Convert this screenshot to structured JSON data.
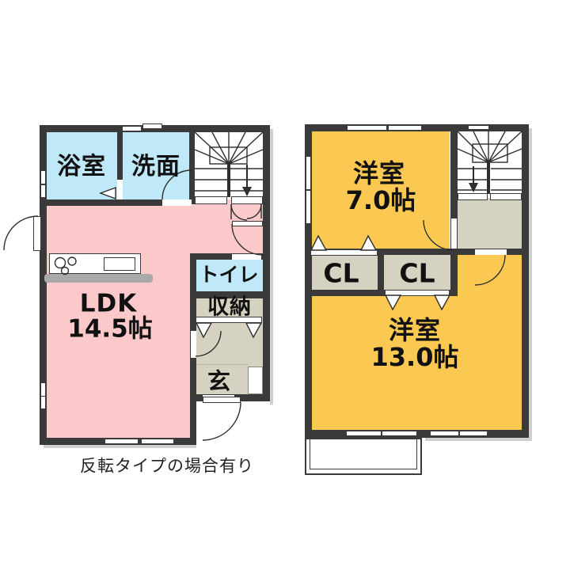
{
  "floor1": {
    "bath_label": "浴室",
    "washroom_label": "洗面",
    "toilet_label": "トイレ",
    "storage_label": "収納",
    "entrance_label": "玄",
    "ldk": {
      "name": "LDK",
      "size": "14.5帖"
    }
  },
  "floor2": {
    "room7": {
      "name": "洋室",
      "size": "7.0帖"
    },
    "room13": {
      "name": "洋室",
      "size": "13.0帖"
    },
    "closet1_label": "CL",
    "closet2_label": "CL"
  },
  "caption": "反転タイプの場合有り",
  "icons": {
    "stairs_note": "winder-staircase-with-down-arrow",
    "stove_note": "three-burner-stove",
    "door_note": "quarter-circle-door-swings"
  },
  "colors": {
    "wall": "#3a3a3a",
    "line": "#2e2e2e",
    "pink": "#fcc9cb",
    "blue": "#bfe9f8",
    "orange": "#fbc851",
    "gray": "#d6d2c2",
    "counter": "#a9a9a9",
    "shadow": "#cfcfcf",
    "paper": "#ffffff"
  }
}
